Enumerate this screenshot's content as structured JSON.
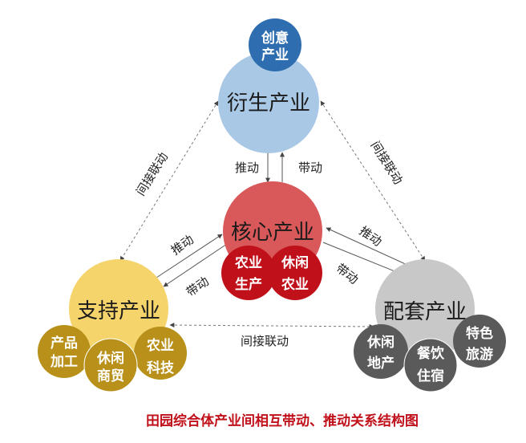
{
  "colors": {
    "derivative": "#a9c8e6",
    "creative": "#2e6eb0",
    "core": "#d9585a",
    "core_sub": "#c0111b",
    "support": "#f5d46c",
    "support_sub": "#b8901a",
    "supporting": "#c8c8c8",
    "supporting_sub": "#5a5a5a",
    "title": "#c0111b"
  },
  "nodes": {
    "derivative": {
      "label": "衍生产业",
      "sub": [
        {
          "l1": "创意",
          "l2": "产业"
        }
      ]
    },
    "core": {
      "label": "核心产业",
      "sub": [
        {
          "l1": "农业",
          "l2": "生产"
        },
        {
          "l1": "休闲",
          "l2": "农业"
        }
      ]
    },
    "support": {
      "label": "支持产业",
      "sub": [
        {
          "l1": "产品",
          "l2": "加工"
        },
        {
          "l1": "休闲",
          "l2": "商贸"
        },
        {
          "l1": "农业",
          "l2": "科技"
        }
      ]
    },
    "supporting": {
      "label": "配套产业",
      "sub": [
        {
          "l1": "休闲",
          "l2": "地产"
        },
        {
          "l1": "餐饮",
          "l2": "住宿"
        },
        {
          "l1": "特色",
          "l2": "旅游"
        }
      ]
    }
  },
  "edges": {
    "push": "推动",
    "drive": "带动",
    "indirect": "间接联动"
  },
  "title": "田园综合体产业间相互带动、推动关系结构图"
}
